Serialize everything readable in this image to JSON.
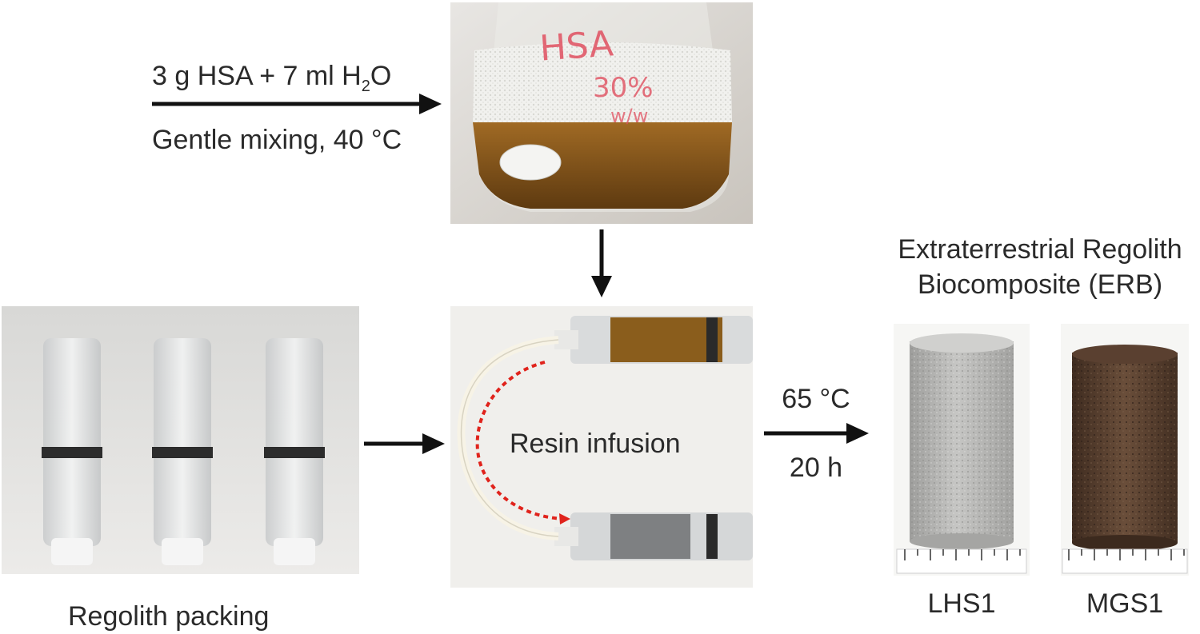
{
  "step1": {
    "reagent": "3 g HSA + 7 ml H",
    "reagent_sub": "2",
    "reagent_tail": "O",
    "condition": "Gentle mixing, 40 °C"
  },
  "flask_photo": {
    "handwriting_line1": "HSA",
    "handwriting_line2": "30%",
    "handwriting_line3": "w/w"
  },
  "infusion_label": "Resin infusion",
  "packing_label": "Regolith packing",
  "cure": {
    "temperature": "65 °C",
    "time": "20 h"
  },
  "product": {
    "title_line1": "Extraterrestrial Regolith",
    "title_line2": "Biocomposite (ERB)",
    "sample1": "LHS1",
    "sample2": "MGS1"
  },
  "colors": {
    "resin_amber": "#7a4c14",
    "foam": "#eeeeea",
    "lhs_gray": "#b4b4b2",
    "mgs_brown": "#5a4232",
    "dashed_red": "#e0231c",
    "arrow": "#111111"
  }
}
